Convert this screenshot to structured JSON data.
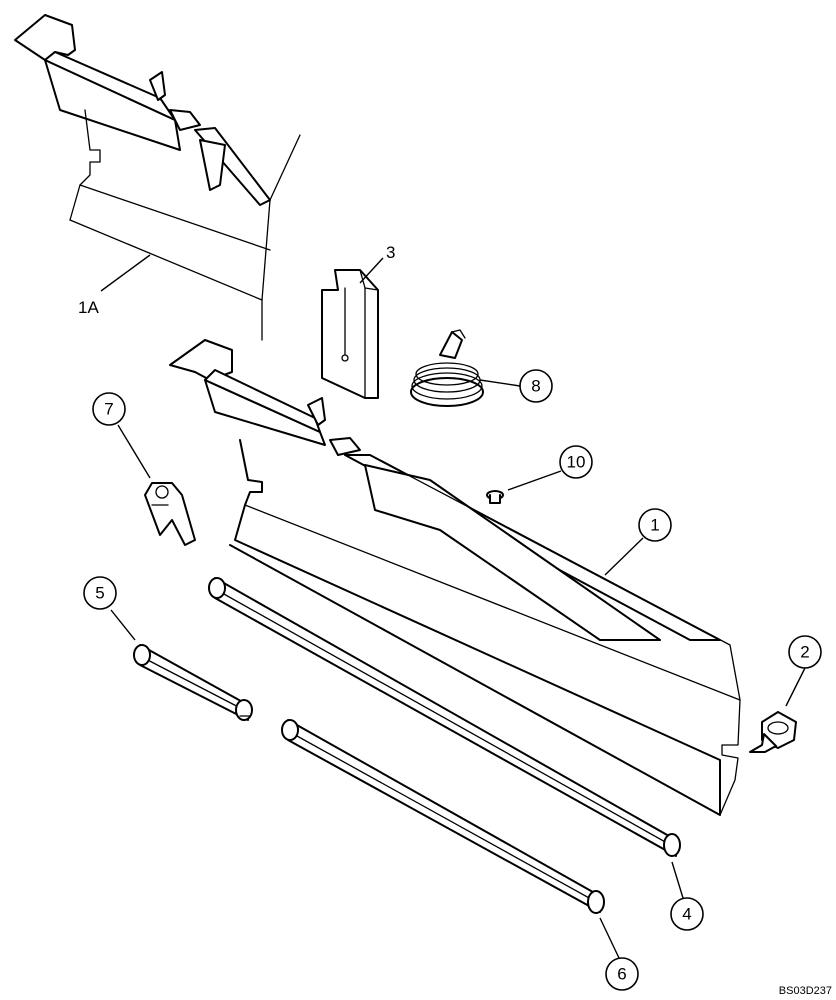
{
  "diagram": {
    "callouts": [
      {
        "id": "1",
        "label": "1"
      },
      {
        "id": "1A",
        "label": "1A"
      },
      {
        "id": "2",
        "label": "2"
      },
      {
        "id": "3",
        "label": "3"
      },
      {
        "id": "4",
        "label": "4"
      },
      {
        "id": "5",
        "label": "5"
      },
      {
        "id": "6",
        "label": "6"
      },
      {
        "id": "7",
        "label": "7"
      },
      {
        "id": "8",
        "label": "8"
      },
      {
        "id": "10",
        "label": "10"
      }
    ],
    "reference_code": "BS03D237"
  },
  "colors": {
    "line": "#000000",
    "background": "#ffffff"
  }
}
